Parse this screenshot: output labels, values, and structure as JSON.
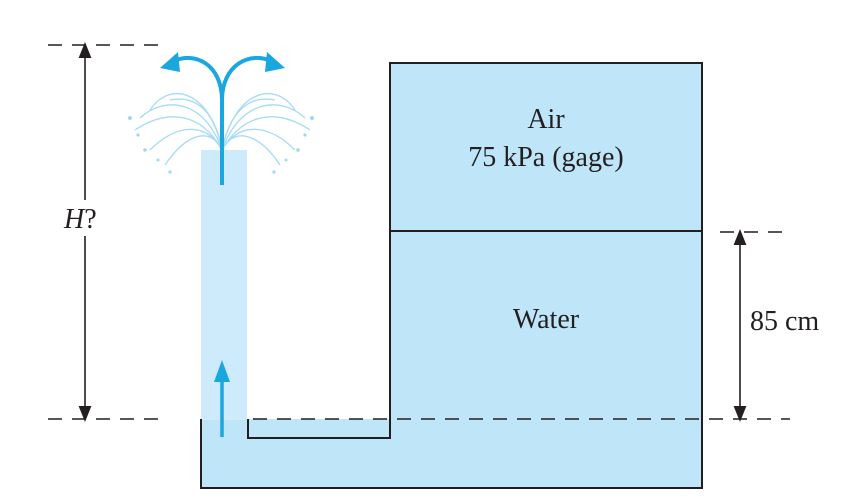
{
  "labels": {
    "air": "Air",
    "air_pressure": "75 kPa (gage)",
    "water": "Water",
    "height_unknown": "H",
    "height_unknown_suffix": "?",
    "water_depth": "85 cm"
  },
  "colors": {
    "water_fill": "#bfe6f8",
    "air_fill": "#bfe6f8",
    "jet_fill": "#cdebfa",
    "outline": "#231f20",
    "flow_arrow": "#1aa7e0",
    "spray": "#9fd8f2"
  },
  "icons": {
    "flow_up": "arrow-up-icon",
    "spray_left": "curved-arrow-left-icon",
    "spray_right": "curved-arrow-right-icon"
  }
}
